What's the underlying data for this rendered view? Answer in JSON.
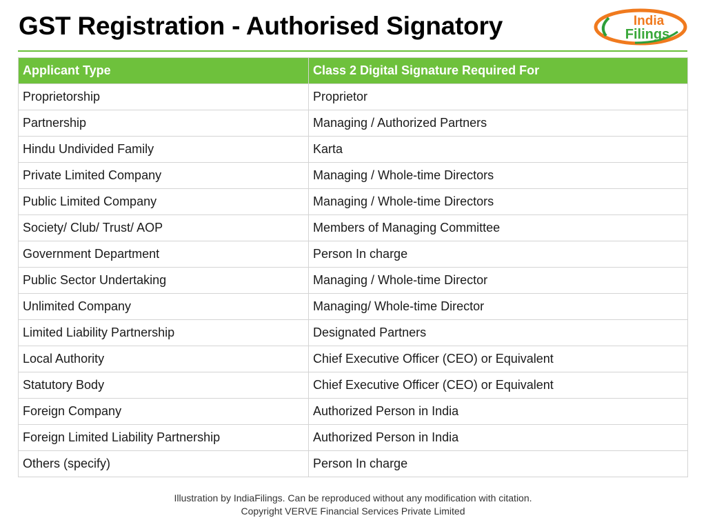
{
  "header": {
    "title": "GST Registration - Authorised Signatory",
    "logo": {
      "line1": "India",
      "line2": "Filings",
      "colors": {
        "orange": "#f07a1e",
        "green": "#2e9e3a",
        "text_orange": "#f07a1e",
        "text_green": "#3aa83a"
      }
    },
    "rule_color": "#6abf3b"
  },
  "table": {
    "header_bg": "#6ec13c",
    "columns": [
      "Applicant Type",
      "Class 2 Digital Signature Required For"
    ],
    "rows": [
      [
        "Proprietorship",
        "Proprietor"
      ],
      [
        "Partnership",
        "Managing / Authorized Partners"
      ],
      [
        "Hindu Undivided Family",
        "Karta"
      ],
      [
        "Private Limited Company",
        "Managing / Whole-time Directors"
      ],
      [
        "Public Limited Company",
        "Managing / Whole-time Directors"
      ],
      [
        "Society/ Club/ Trust/ AOP",
        "Members of Managing Committee"
      ],
      [
        "Government Department",
        "Person In charge"
      ],
      [
        "Public Sector Undertaking",
        "Managing / Whole-time Director"
      ],
      [
        "Unlimited Company",
        "Managing/ Whole-time Director"
      ],
      [
        "Limited Liability Partnership",
        "Designated Partners"
      ],
      [
        "Local Authority",
        "Chief Executive Officer (CEO) or Equivalent"
      ],
      [
        "Statutory Body",
        "Chief Executive Officer (CEO) or Equivalent"
      ],
      [
        "Foreign Company",
        "Authorized Person in India"
      ],
      [
        "Foreign Limited Liability Partnership",
        "Authorized Person in India"
      ],
      [
        "Others (specify)",
        "Person In charge"
      ]
    ]
  },
  "footer": {
    "line1": "Illustration by IndiaFilings. Can be reproduced without any modification with citation.",
    "line2": "Copyright VERVE Financial Services Private Limited"
  }
}
